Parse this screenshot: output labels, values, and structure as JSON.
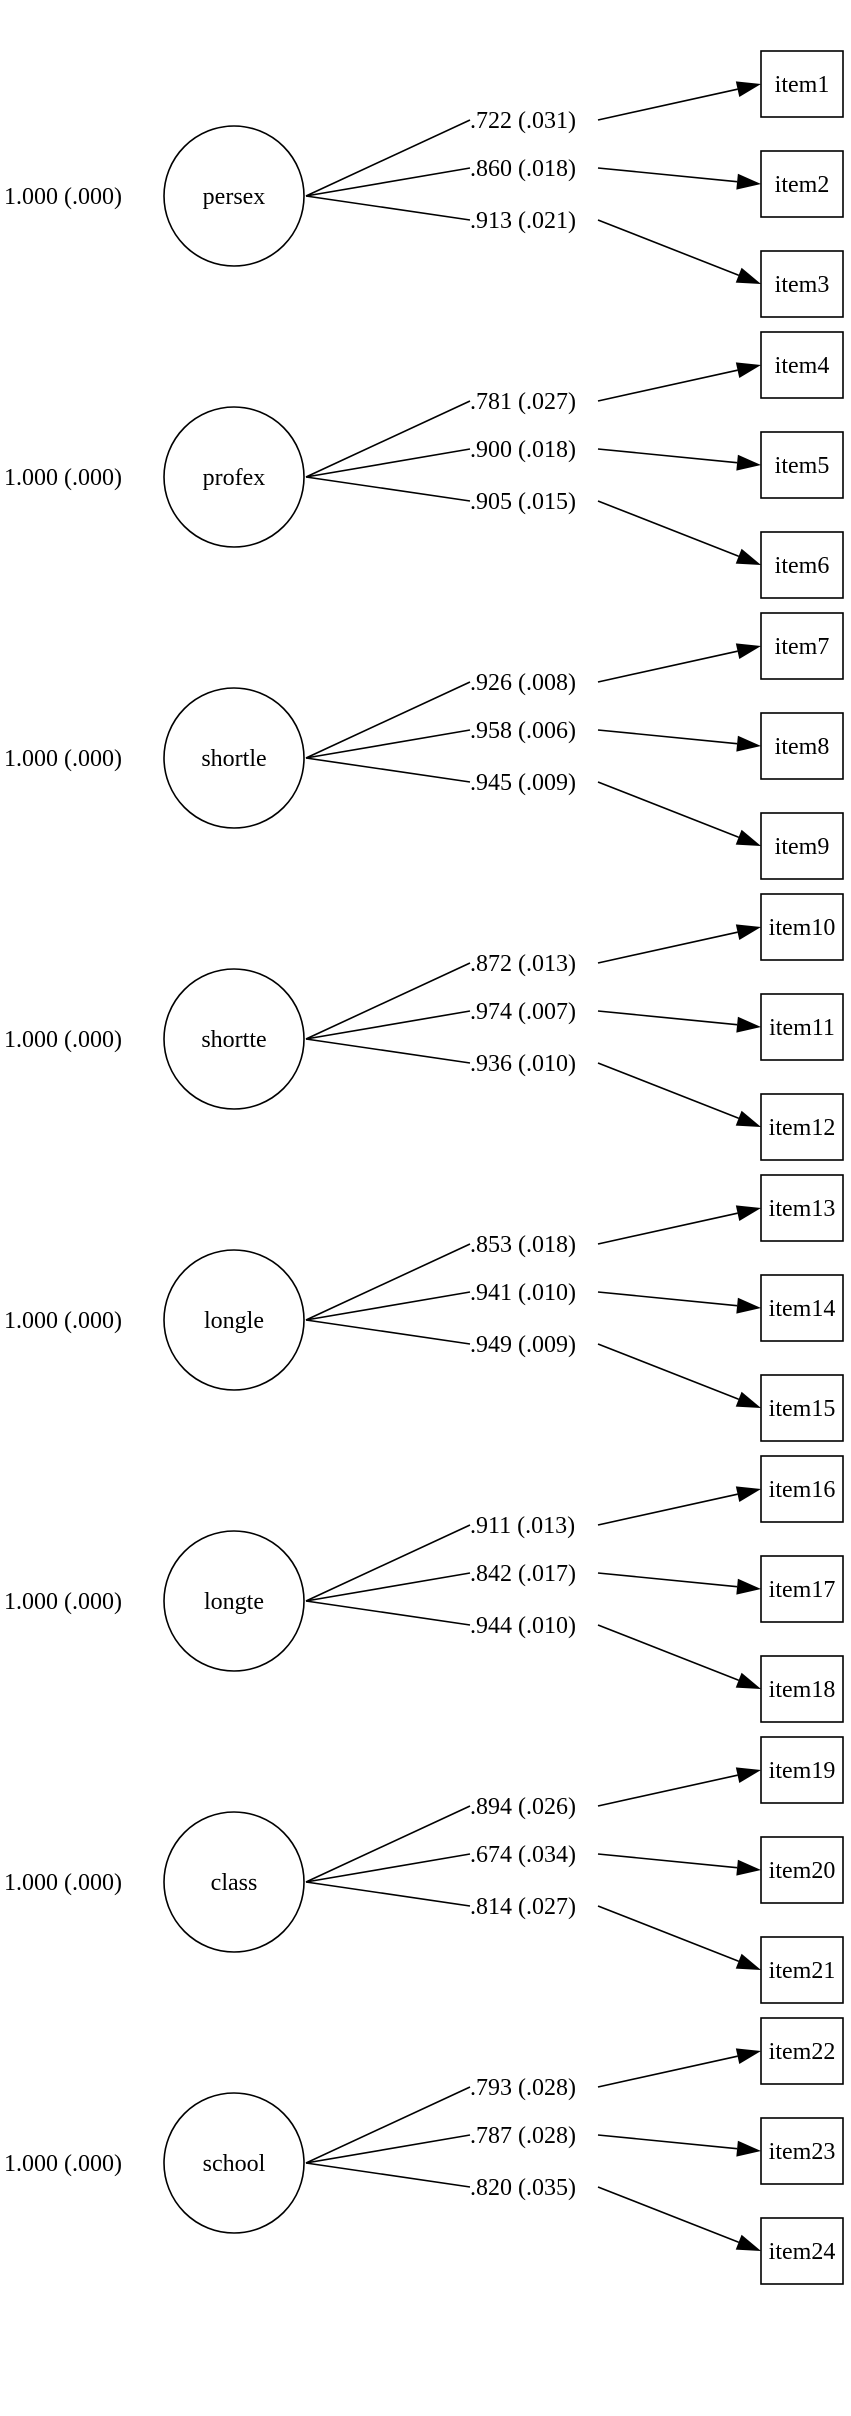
{
  "factors": [
    {
      "name": "persex",
      "variance": "1.000 (.000)",
      "loadings": [
        {
          "item": "item1",
          "label": ".722 (.031)"
        },
        {
          "item": "item2",
          "label": ".860 (.018)"
        },
        {
          "item": "item3",
          "label": ".913 (.021)"
        }
      ]
    },
    {
      "name": "profex",
      "variance": "1.000 (.000)",
      "loadings": [
        {
          "item": "item4",
          "label": ".781 (.027)"
        },
        {
          "item": "item5",
          "label": ".900 (.018)"
        },
        {
          "item": "item6",
          "label": ".905 (.015)"
        }
      ]
    },
    {
      "name": "shortle",
      "variance": "1.000 (.000)",
      "loadings": [
        {
          "item": "item7",
          "label": ".926 (.008)"
        },
        {
          "item": "item8",
          "label": ".958 (.006)"
        },
        {
          "item": "item9",
          "label": ".945 (.009)"
        }
      ]
    },
    {
      "name": "shortte",
      "variance": "1.000 (.000)",
      "loadings": [
        {
          "item": "item10",
          "label": ".872 (.013)"
        },
        {
          "item": "item11",
          "label": ".974 (.007)"
        },
        {
          "item": "item12",
          "label": ".936 (.010)"
        }
      ]
    },
    {
      "name": "longle",
      "variance": "1.000 (.000)",
      "loadings": [
        {
          "item": "item13",
          "label": ".853 (.018)"
        },
        {
          "item": "item14",
          "label": ".941 (.010)"
        },
        {
          "item": "item15",
          "label": ".949 (.009)"
        }
      ]
    },
    {
      "name": "longte",
      "variance": "1.000 (.000)",
      "loadings": [
        {
          "item": "item16",
          "label": ".911 (.013)"
        },
        {
          "item": "item17",
          "label": ".842 (.017)"
        },
        {
          "item": "item18",
          "label": ".944 (.010)"
        }
      ]
    },
    {
      "name": "class",
      "variance": "1.000 (.000)",
      "loadings": [
        {
          "item": "item19",
          "label": ".894 (.026)"
        },
        {
          "item": "item20",
          "label": ".674 (.034)"
        },
        {
          "item": "item21",
          "label": ".814 (.027)"
        }
      ]
    },
    {
      "name": "school",
      "variance": "1.000 (.000)",
      "loadings": [
        {
          "item": "item22",
          "label": ".793 (.028)"
        },
        {
          "item": "item23",
          "label": ".787 (.028)"
        },
        {
          "item": "item24",
          "label": ".820 (.035)"
        }
      ]
    }
  ]
}
